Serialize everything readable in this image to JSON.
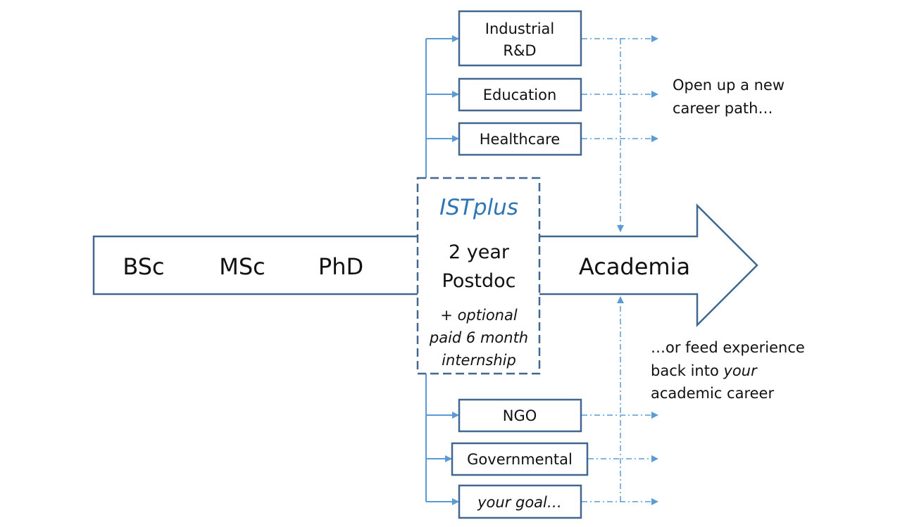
{
  "stages": [
    "BSc",
    "MSc",
    "PhD"
  ],
  "program": {
    "name": "ISTplus",
    "line1": "2 year",
    "line2": "Postdoc",
    "opt1": "+ optional",
    "opt2": "paid 6 month",
    "opt3": "internship"
  },
  "destination": "Academia",
  "upper_boxes": [
    {
      "l1": "Industrial",
      "l2": "R&D"
    },
    {
      "l1": "Education"
    },
    {
      "l1": "Healthcare"
    }
  ],
  "lower_boxes": [
    {
      "l1": "NGO"
    },
    {
      "l1": "Governmental"
    },
    {
      "l1": "your goal…"
    }
  ],
  "note_top": {
    "l1": "Open up a new",
    "l2": "career path…"
  },
  "note_bottom": {
    "l1": "…or feed experience",
    "l2a": "back into ",
    "l2b": "your",
    "l3": "academic career"
  },
  "colors": {
    "stroke": "#41678f",
    "arrow": "#5b9bd5",
    "brand": "#2e75b6"
  }
}
